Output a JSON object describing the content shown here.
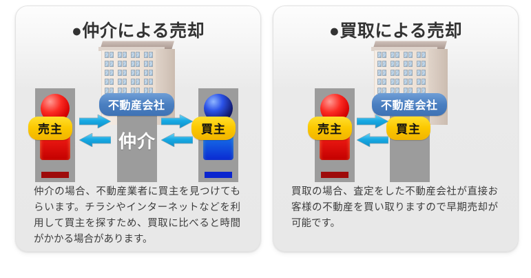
{
  "panels": [
    {
      "id": "brokerage",
      "title": "●仲介による売却",
      "company_badge": "不動産会社",
      "center_label": "仲介",
      "seller_badge": "売主",
      "buyer_badge": "買主",
      "caption": "仲介の場合、不動産業者に買主を見つけてもらいます。チラシやインターネットなどを利用して買主を探すため、買取に比べると時間がかかる場合があります。",
      "arrows": [
        {
          "name": "arrow-seller-to-agent",
          "direction": "right"
        },
        {
          "name": "arrow-agent-to-seller",
          "direction": "left"
        },
        {
          "name": "arrow-agent-to-buyer",
          "direction": "right"
        },
        {
          "name": "arrow-buyer-to-agent",
          "direction": "left"
        }
      ]
    },
    {
      "id": "direct-purchase",
      "title": "●買取による売却",
      "company_badge": "不動産会社",
      "center_label": "",
      "seller_badge": "売主",
      "buyer_badge": "買主",
      "caption": "買取の場合、査定をした不動産会社が直接お客様の不動産を買い取りますので早期売却が可能です。",
      "arrows": [
        {
          "name": "arrow-seller-to-company",
          "direction": "right"
        },
        {
          "name": "arrow-company-to-seller",
          "direction": "left"
        }
      ]
    }
  ],
  "colors": {
    "arrow": "#21b0e8",
    "badge_yellow": "#fcc800",
    "badge_blue": "#4a7fc1",
    "column_gray": "#9c9c9c",
    "seller_red": "#f01b14",
    "buyer_blue": "#1568e6",
    "panel_bg": "#eaeaea",
    "title_text": "#333333"
  }
}
